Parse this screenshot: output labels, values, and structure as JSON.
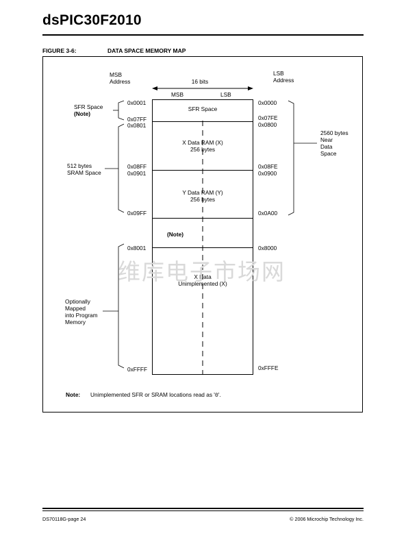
{
  "document": {
    "title": "dsPIC30F2010",
    "figure_label": "FIGURE 3-6:",
    "figure_title": "DATA SPACE MEMORY MAP",
    "footer_left": "DS70118G-page 24",
    "footer_right": "© 2006 Microchip Technology Inc."
  },
  "header_labels": {
    "msb_line1": "MSB",
    "msb_line2": "Address",
    "lsb_line1": "LSB",
    "lsb_line2": "Address",
    "width": "16 bits",
    "msb": "MSB",
    "lsb": "LSB"
  },
  "regions": {
    "sfr": "SFR Space",
    "xram_line1": "X Data RAM (X)",
    "xram_line2": "256 bytes",
    "yram_line1": "Y Data RAM (Y)",
    "yram_line2": "256 bytes",
    "note": "(Note)",
    "unimpl_line1": "X Data",
    "unimpl_line2": "Unimplemented (X)"
  },
  "addresses_left": [
    "0x0001",
    "0x07FF",
    "0x0801",
    "0x08FF",
    "0x0901",
    "0x09FF",
    "0x8001",
    "0xFFFF"
  ],
  "addresses_right": [
    "0x0000",
    "0x07FE",
    "0x0800",
    "0x08FE",
    "0x0900",
    "0x0A00",
    "0x8000",
    "0xFFFE"
  ],
  "side_labels": {
    "sfr_space": "SFR Space",
    "sfr_note": "(Note)",
    "sram_line1": "512 bytes",
    "sram_line2": "SRAM Space",
    "near_line1": "2560 bytes",
    "near_line2": "Near",
    "near_line3": "Data",
    "near_line4": "Space",
    "opt_line1": "Optionally",
    "opt_line2": "Mapped",
    "opt_line3": "into Program",
    "opt_line4": "Memory"
  },
  "note": {
    "label": "Note:",
    "text_before": "Unimplemented SFR or SRAM locations read as '",
    "value": "0",
    "text_after": "'."
  },
  "watermark": "维库电子市场网"
}
